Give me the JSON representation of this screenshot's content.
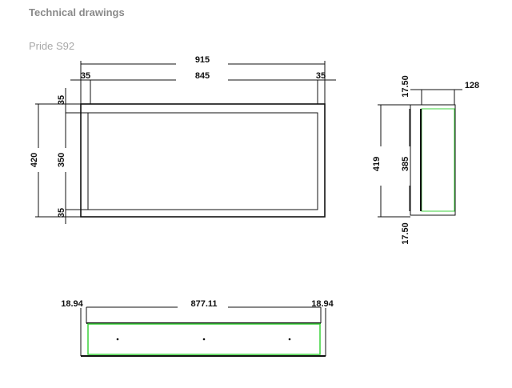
{
  "heading": "Technical drawings",
  "model": "Pride S92",
  "front": {
    "overall_width": "915",
    "inner_width": "845",
    "left_frame": "35",
    "right_frame": "35",
    "overall_height": "420",
    "inner_height": "350",
    "top_frame": "35",
    "bottom_frame": "35"
  },
  "side": {
    "depth": "128",
    "top_offset": "17.50",
    "bottom_offset": "17.50",
    "overall_height": "419",
    "inner_height": "385"
  },
  "top": {
    "left": "18.94",
    "width": "877.11",
    "right": "18.94"
  },
  "colors": {
    "line": "#111111",
    "green": "#3cd23c"
  }
}
